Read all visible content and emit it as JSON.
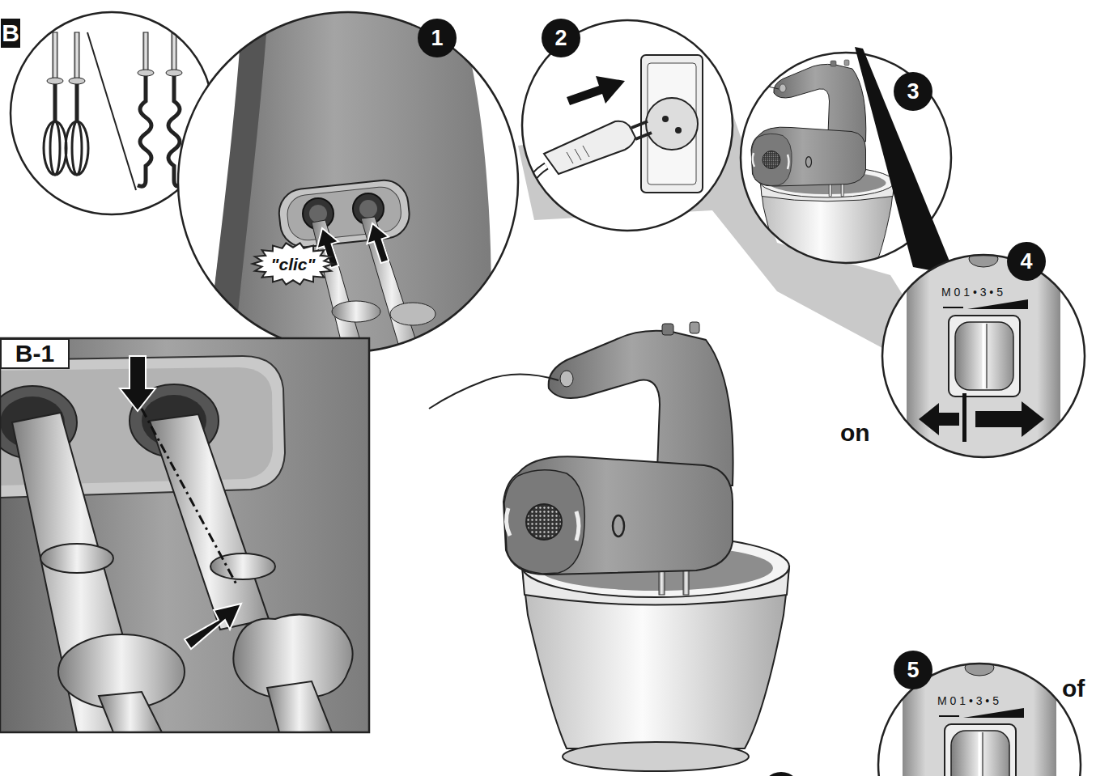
{
  "diagram": {
    "nodes": [
      {
        "text": [
          "B"
        ]
      },
      {
        "text": [
          "1"
        ]
      },
      {
        "text": [
          "\"clic\""
        ]
      },
      {
        "text": [
          "2"
        ]
      },
      {
        "text": [
          "3"
        ]
      },
      {
        "text": [
          "4"
        ]
      },
      {
        "text": [
          "B-1"
        ]
      },
      {
        "text": [
          "5"
        ]
      }
    ],
    "labels": [
      "M 0 1 • 3 • 5",
      "on",
      "M 0 1 • 3 • 5",
      "of"
    ]
  }
}
